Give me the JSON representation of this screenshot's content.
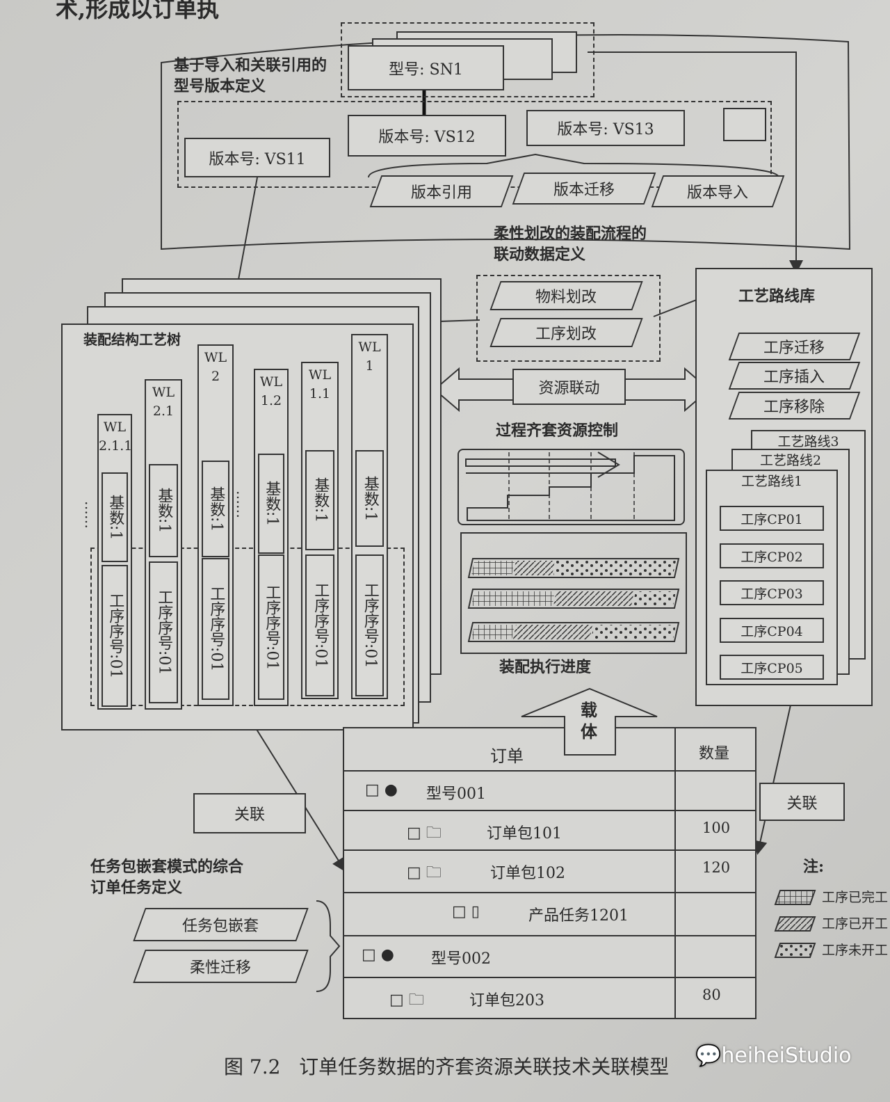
{
  "top_text": "术,形成以订单执",
  "version_section": {
    "title": "基于导入和关联引用的型号版本定义",
    "model": "型号: SN1",
    "versions": [
      "版本号: VS11",
      "版本号: VS12",
      "版本号: VS13"
    ],
    "ops": [
      "版本引用",
      "版本迁移",
      "版本导入"
    ]
  },
  "flex_section": {
    "title": "柔性划改的装配流程的联动数据定义",
    "items": [
      "物料划改",
      "工序划改"
    ]
  },
  "tree": {
    "title": "装配结构工艺树",
    "columns": [
      {
        "wl": "WL 2.1.1",
        "base": "基数:1",
        "seq": "工序序号:01"
      },
      {
        "wl": "WL 2.1",
        "base": "基数:1",
        "seq": "工序序号:01"
      },
      {
        "wl": "WL 2",
        "base": "基数:1",
        "seq": "工序序号:01"
      },
      {
        "wl": "WL 1.2",
        "base": "基数:1",
        "seq": "工序序号:01"
      },
      {
        "wl": "WL 1.1",
        "base": "基数:1",
        "seq": "工序序号:01"
      },
      {
        "wl": "WL 1",
        "base": "基数:1",
        "seq": "工序序号:01"
      }
    ],
    "ellipsis": "……"
  },
  "resource_link": "资源联动",
  "process_control": "过程齐套资源控制",
  "progress_label": "装配执行进度",
  "carrier": "载体",
  "route_lib": {
    "title": "工艺路线库",
    "ops": [
      "工序迁移",
      "工序插入",
      "工序移除"
    ],
    "routes": [
      "工艺路线3",
      "工艺路线2",
      "工艺路线1"
    ],
    "steps": [
      "工序CP01",
      "工序CP02",
      "工序CP03",
      "工序CP04",
      "工序CP05"
    ]
  },
  "table": {
    "headers": [
      "订单",
      "数量"
    ],
    "rows": [
      {
        "name": "型号001",
        "qty": "",
        "level": 0,
        "icon": "ball"
      },
      {
        "name": "订单包101",
        "qty": "100",
        "level": 1,
        "icon": "folder"
      },
      {
        "name": "订单包102",
        "qty": "120",
        "level": 1,
        "icon": "folder"
      },
      {
        "name": "产品任务1201",
        "qty": "",
        "level": 2,
        "icon": "doc"
      },
      {
        "name": "型号002",
        "qty": "",
        "level": 0,
        "icon": "ball"
      },
      {
        "name": "订单包203",
        "qty": "80",
        "level": 1,
        "icon": "folder"
      }
    ]
  },
  "assoc_left": "关联",
  "assoc_right": "关联",
  "task_section": {
    "title": "任务包嵌套模式的综合订单任务定义",
    "items": [
      "任务包嵌套",
      "柔性迁移"
    ]
  },
  "legend": {
    "title": "注:",
    "items": [
      "工序已完工",
      "工序已开工",
      "工序未开工"
    ]
  },
  "caption": {
    "fig": "图 7.2",
    "text": "订单任务数据的齐套资源关联技术关联模型"
  },
  "watermark": "heiheiStudio"
}
